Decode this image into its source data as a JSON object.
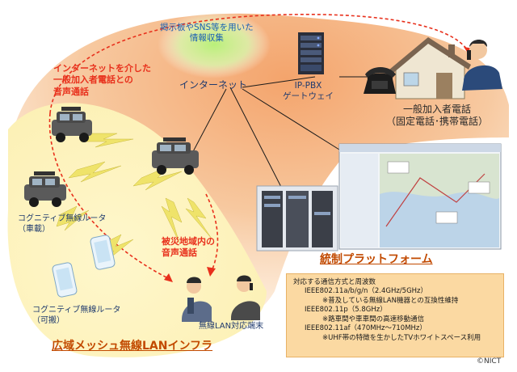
{
  "labels": {
    "sns_info": "掲示板やSNS等を用いた\n情報収集",
    "internet": "インターネット",
    "ippbx": "IP-PBX\nゲートウェイ",
    "pstn": "一般加入者電話\n（固定電話･携帯電話）",
    "internet_call": "インターネットを介した\n一般加入者電話との\n音声通話",
    "router_vehicle": "コグニティブ無線ルータ\n（車載）",
    "router_portable": "コグニティブ無線ルータ\n（可搬）",
    "disaster_call": "被災地域内の\n音声通話",
    "terminal": "無線LAN対応端末",
    "mesh_title": "広域メッシュ無線LANインフラ",
    "control_title": "統制プラットフォーム",
    "copyright": "©NICT"
  },
  "spec_box": {
    "heading": "対応する通信方式と周波数",
    "items": [
      {
        "text": "IEEE802.11a/b/g/n（2.4GHz/5GHz）",
        "level": 1
      },
      {
        "text": "※普及している無線LAN機器との互換性維持",
        "level": 2
      },
      {
        "text": "IEEE802.11p（5.8GHz）",
        "level": 1
      },
      {
        "text": "※路車間や車車間の高速移動通信",
        "level": 2
      },
      {
        "text": "IEEE802.11af（470MHz～710MHz）",
        "level": 1
      },
      {
        "text": "※UHF帯の特徴を生かしたTVホワイトスペース利用",
        "level": 2
      }
    ]
  },
  "colors": {
    "orange_region": "#f7c9a0",
    "yellow_region": "#fcf2c2",
    "red_dash": "#e8301c",
    "lightning": "#e8e06a"
  }
}
